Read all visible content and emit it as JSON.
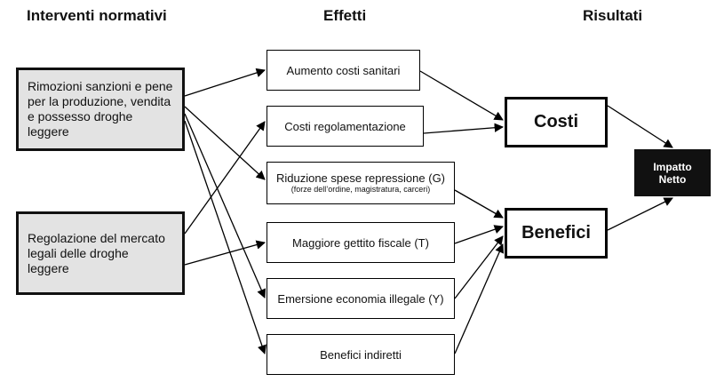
{
  "headers": {
    "interventi": "Interventi normativi",
    "effetti": "Effetti",
    "risultati": "Risultati"
  },
  "interventi": {
    "rimozione": "Rimozioni sanzioni e pene per la produzione, vendita e possesso droghe leggere",
    "regolazione": "Regolazione del mercato legali delle droghe leggere"
  },
  "effetti": {
    "costi_sanitari": "Aumento costi sanitari",
    "costi_regolamentazione": "Costi regolamentazione",
    "riduzione_spese": "Riduzione spese repressione (G)",
    "riduzione_spese_sub": "(forze dell’ordine, magistratura, carceri)",
    "gettito_fiscale": "Maggiore gettito fiscale  (T)",
    "emersione": "Emersione economia illegale (Y)",
    "benefici_indiretti": "Benefici indiretti"
  },
  "risultati": {
    "costi": "Costi",
    "benefici": "Benefici",
    "impatto_netto": "Impatto Netto"
  },
  "colors": {
    "input_fill": "#e3e3e3",
    "net_fill": "#111111",
    "line": "#000000"
  }
}
